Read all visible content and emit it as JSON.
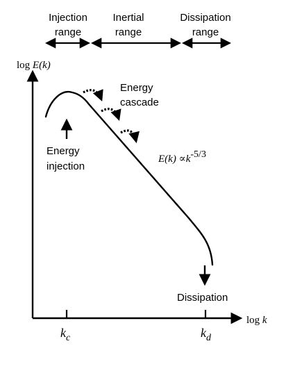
{
  "ranges": {
    "injection": {
      "line1": "Injection",
      "line2": "range"
    },
    "inertial": {
      "line1": "Inertial",
      "line2": "range"
    },
    "dissipation": {
      "line1": "Dissipation",
      "line2": "range"
    }
  },
  "axes": {
    "y_label_log": "log",
    "y_label_func": "E(k)",
    "x_label_log": "log",
    "x_label_var": "k"
  },
  "ticks": {
    "kc_base": "k",
    "kc_sub": "c",
    "kd_base": "k",
    "kd_sub": "d"
  },
  "labels": {
    "cascade_line1": "Energy",
    "cascade_line2": "cascade",
    "injection_line1": "Energy",
    "injection_line2": "injection",
    "dissipation": "Dissipation",
    "law_lhs": "E(k)",
    "law_prop": "∝",
    "law_k": "k",
    "law_exp": "-5/3"
  },
  "colors": {
    "ink": "#000000",
    "background": "#ffffff"
  }
}
